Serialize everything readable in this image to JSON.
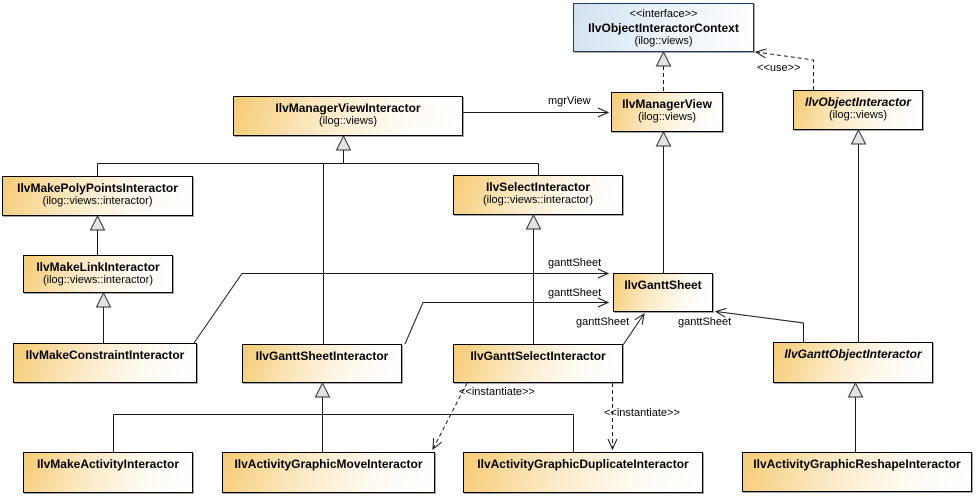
{
  "diagram_type": "uml-class-diagram",
  "colors": {
    "class_fill_accent": "#f6cb74",
    "interface_fill_accent": "#d2e0f0",
    "node_border": "#000000",
    "interface_border": "#1f3a5f",
    "line_color": "#1a1a1a",
    "triangle_fill": "#e3e3e3",
    "background": "#ffffff"
  },
  "nodes": {
    "context": {
      "stereotype": "<<interface>>",
      "title": "IlvObjectInteractorContext",
      "package": "(ilog::views)"
    },
    "managerViewInteractor": {
      "title": "IlvManagerViewInteractor",
      "package": "(ilog::views)"
    },
    "managerView": {
      "title": "IlvManagerView",
      "package": "(ilog::views)"
    },
    "objectInteractor": {
      "title": "IlvObjectInteractor",
      "package": "(ilog::views)"
    },
    "makePolyPoints": {
      "title": "IlvMakePolyPointsInteractor",
      "package": "(ilog::views::interactor)"
    },
    "selectInteractor": {
      "title": "IlvSelectInteractor",
      "package": "(ilog::views::interactor)"
    },
    "makeLink": {
      "title": "IlvMakeLinkInteractor",
      "package": "(ilog::views::interactor)"
    },
    "ganttSheet": {
      "title": "IlvGanttSheet"
    },
    "makeConstraint": {
      "title": "IlvMakeConstraintInteractor"
    },
    "ganttSheetInteractor": {
      "title": "IlvGanttSheetInteractor"
    },
    "ganttSelectInteractor": {
      "title": "IlvGanttSelectInteractor"
    },
    "ganttObjectInteractor": {
      "title": "IlvGanttObjectInteractor"
    },
    "makeActivity": {
      "title": "IlvMakeActivityInteractor"
    },
    "activityMove": {
      "title": "IlvActivityGraphicMoveInteractor"
    },
    "activityDuplicate": {
      "title": "IlvActivityGraphicDuplicateInteractor"
    },
    "activityReshape": {
      "title": "IlvActivityGraphicReshapeInteractor"
    }
  },
  "edge_labels": {
    "mgrView": "mgrView",
    "ganttSheet1": "ganttSheet",
    "ganttSheet2": "ganttSheet",
    "ganttSheet3": "ganttSheet",
    "ganttSheet4": "ganttSheet",
    "use": "<<use>>",
    "instantiate1": "<<instantiate>>",
    "instantiate2": "<<instantiate>>"
  }
}
